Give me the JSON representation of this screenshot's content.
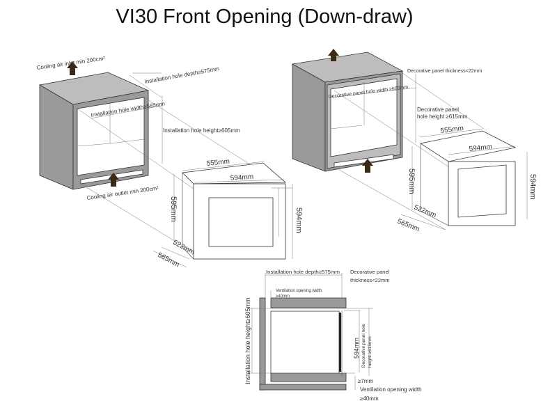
{
  "title": "VI30 Front Opening (Down-draw)",
  "left_cabinet": {
    "inlet": "Cooling air inlet min 200cm²",
    "outlet": "Cooling air outlet min 200cm²",
    "depth": "Installation hole depth≥575mm",
    "width": "Installation hole width≥565mm",
    "height": "Installation hole height≥605mm"
  },
  "left_oven": {
    "depth": "555mm",
    "width": "594mm",
    "height_left": "595mm",
    "height_right": "594mm",
    "base_inner": "522mm",
    "base_outer": "565mm"
  },
  "right_cabinet": {
    "panel_thickness": "Decorative panel  thickness<22mm",
    "panel_width": "Decorative panel hole width ≥600mm",
    "panel_height_1": "Decorative panel",
    "panel_height_2": "hole height ≥615mm"
  },
  "right_oven": {
    "depth": "555mm",
    "width": "594mm",
    "height_left": "595mm",
    "height_right": "594mm",
    "base_inner": "522mm",
    "base_outer": "565mm"
  },
  "section": {
    "depth": "Installation hole depth≥575mm",
    "panel_thickness_1": "Decorative panel",
    "panel_thickness_2": "thickness<22mm",
    "vent_top_1": "Ventilation opening width",
    "vent_top_2": "≥40mm",
    "hole_height": "Installation hole height≥605mm",
    "oven_height": "594mm",
    "panel_hole_1": "Decorative panel hole",
    "panel_hole_2": "height ≥615mm",
    "gap": "≥7mm",
    "vent_bottom_1": "Ventilation opening width",
    "vent_bottom_2": "≥40mm"
  }
}
